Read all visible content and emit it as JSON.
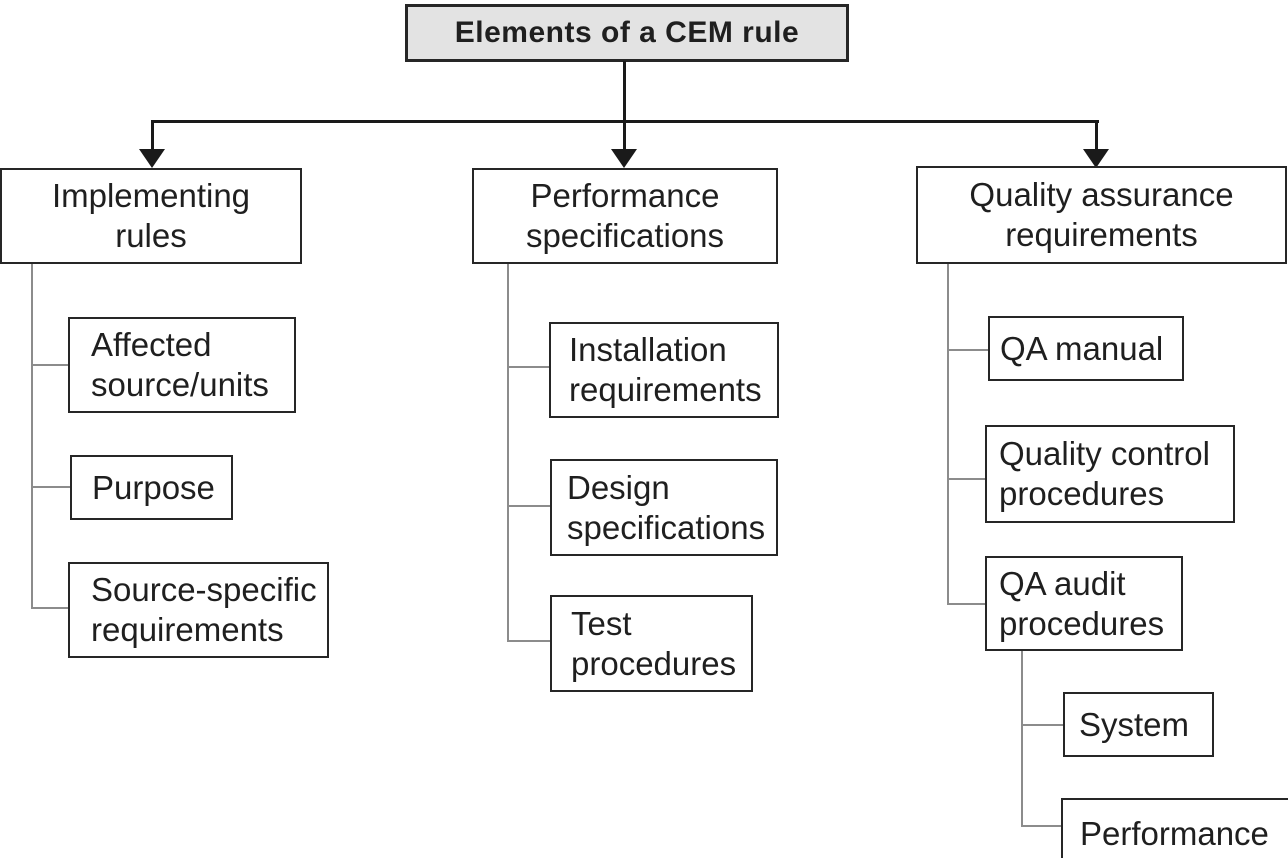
{
  "title": "Elements of a CEM rule",
  "branches": [
    {
      "label": "Implementing\nrules",
      "children": [
        {
          "label": "Affected\nsource/units"
        },
        {
          "label": "Purpose"
        },
        {
          "label": "Source-specific\nrequirements"
        }
      ]
    },
    {
      "label": "Performance\nspecifications",
      "children": [
        {
          "label": "Installation\nrequirements"
        },
        {
          "label": "Design\nspecifications"
        },
        {
          "label": "Test\nprocedures"
        }
      ]
    },
    {
      "label": "Quality assurance\nrequirements",
      "children": [
        {
          "label": "QA manual"
        },
        {
          "label": "Quality control\nprocedures"
        },
        {
          "label": "QA audit\nprocedures",
          "children": [
            {
              "label": "System"
            },
            {
              "label": "Performance"
            }
          ]
        }
      ]
    }
  ],
  "colors": {
    "background": "#ffffff",
    "title_fill": "#e3e3e3",
    "box_border": "#262626",
    "tree_black": "#1a1a1a",
    "connector_gray": "#8c8c8c",
    "text": "#1f1f1f"
  }
}
